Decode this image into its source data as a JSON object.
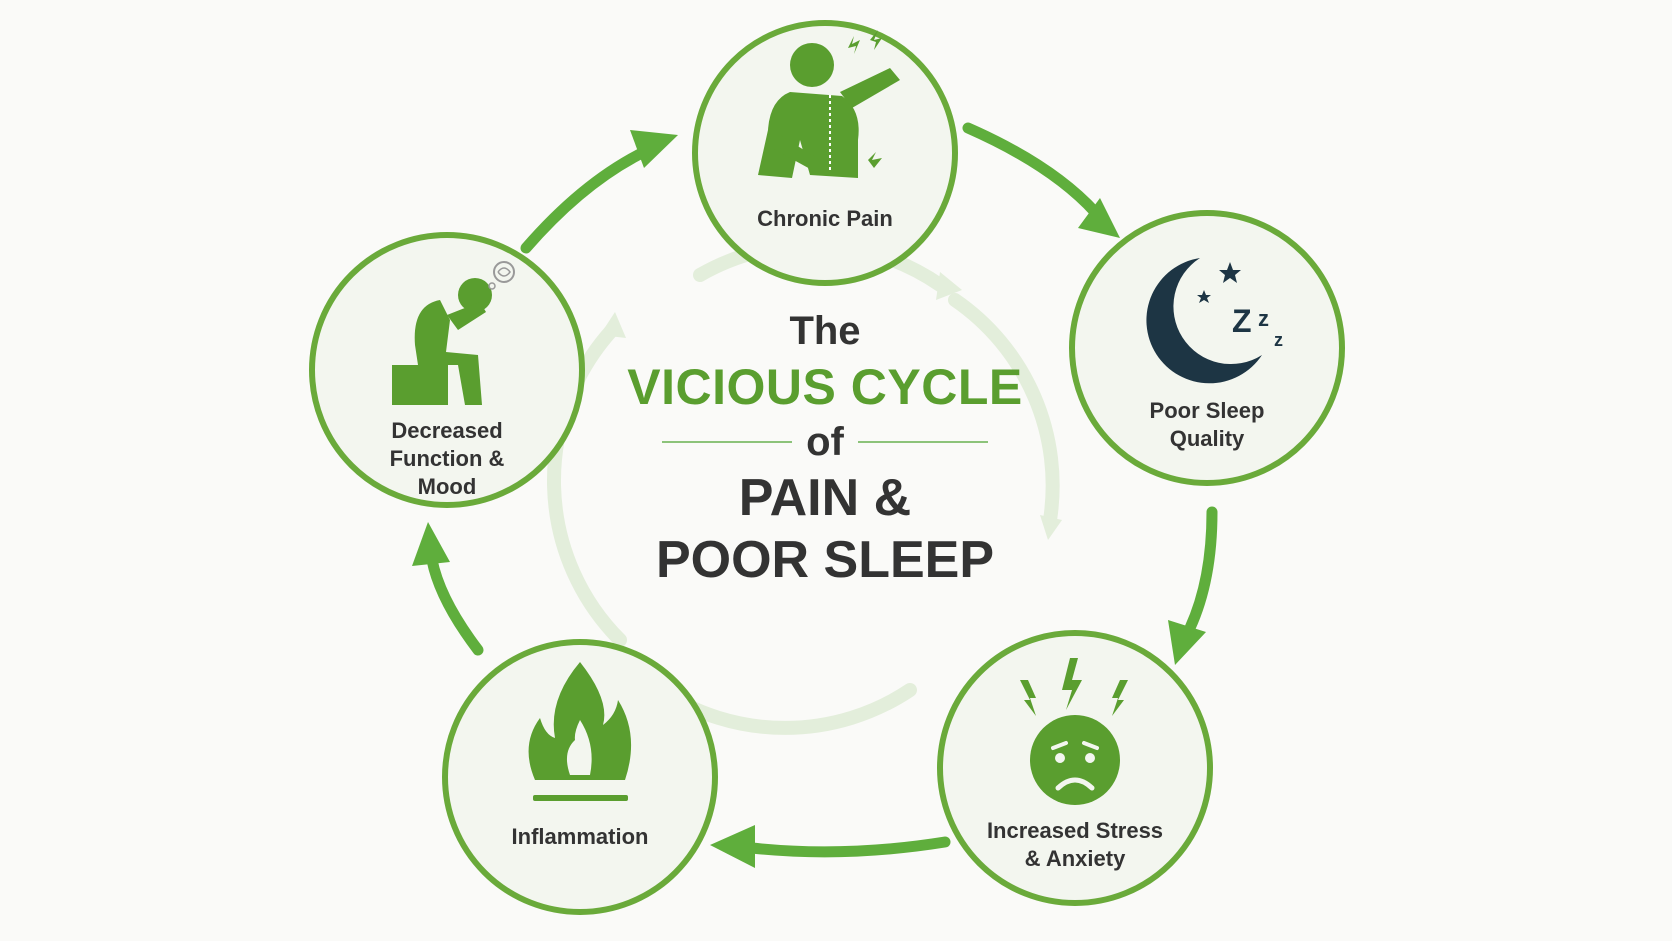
{
  "title": {
    "line1": "The",
    "line2": "VICIOUS CYCLE",
    "line3": "of",
    "line4": "PAIN &",
    "line5": "POOR SLEEP"
  },
  "nodes": [
    {
      "label": "Chronic Pain",
      "icon": "back-pain-figure-icon"
    },
    {
      "label": "Poor Sleep\nQuality",
      "icon": "moon-zzz-icon"
    },
    {
      "label": "Increased Stress\n& Anxiety",
      "icon": "stressed-face-icon"
    },
    {
      "label": "Inflammation",
      "icon": "flame-icon"
    },
    {
      "label": "Decreased\nFunction &\nMood",
      "icon": "depressed-figure-icon"
    }
  ],
  "colors": {
    "accent": "#5a9e2f",
    "ring": "#6aaa3a",
    "arrow": "#5fae3c",
    "icon": "#5a9e2f",
    "moon": "#1d3544",
    "text": "#333333",
    "circle_fill": "#f3f6ef"
  }
}
